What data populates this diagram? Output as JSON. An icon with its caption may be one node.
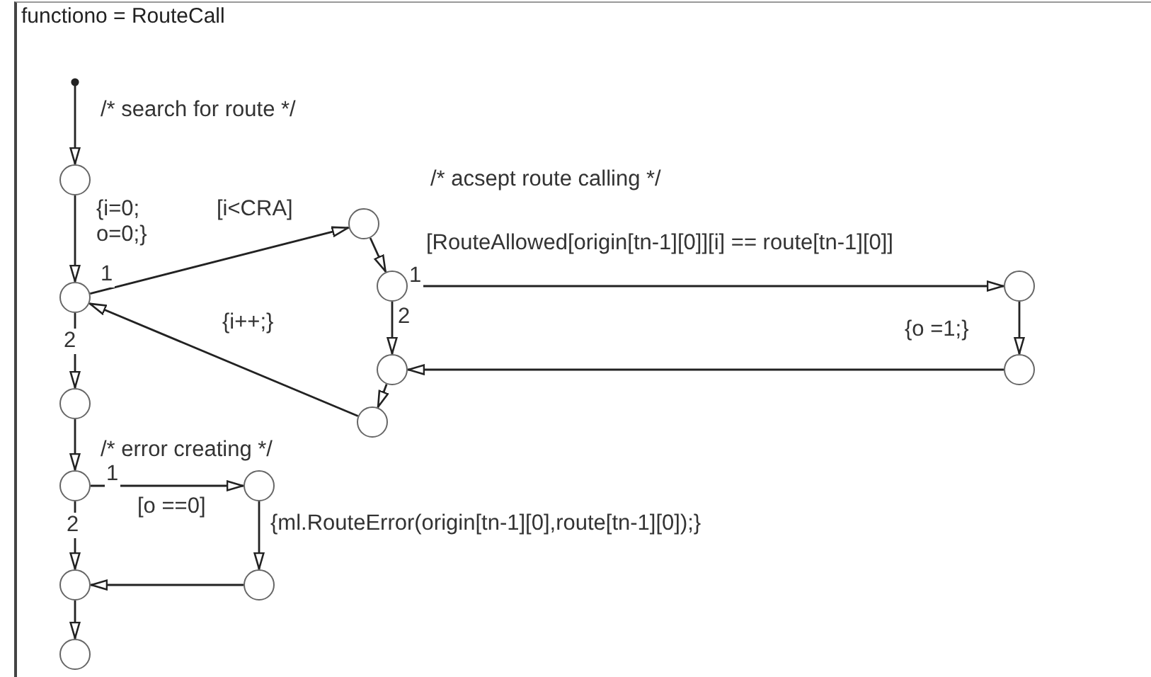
{
  "diagram": {
    "nodes": [
      {
        "text": [
          "functiono = RouteCall"
        ]
      },
      {
        "text": [],
        "shape": "circle",
        "in": 0
      },
      {
        "text": [],
        "shape": "circle",
        "in": 0
      },
      {
        "text": [],
        "shape": "circle",
        "in": 0
      },
      {
        "text": [],
        "shape": "circle",
        "in": 0
      },
      {
        "text": [],
        "shape": "circle",
        "in": 0
      },
      {
        "text": [],
        "shape": "circle",
        "in": 0
      },
      {
        "text": [],
        "shape": "circle",
        "in": 0
      },
      {
        "text": [],
        "shape": "circle",
        "in": 0
      },
      {
        "text": [],
        "shape": "circle",
        "in": 0
      },
      {
        "text": [],
        "shape": "circle",
        "in": 0
      },
      {
        "text": [],
        "shape": "circle",
        "in": 0
      },
      {
        "text": [],
        "shape": "circle",
        "in": 0
      },
      {
        "text": [],
        "shape": "circle",
        "in": 0
      },
      {
        "text": [],
        "shape": "circle",
        "in": 0
      }
    ],
    "edges": [
      {
        "from": null,
        "to": 1,
        "arrow": "to",
        "label": "/* search for route */"
      },
      {
        "from": 1,
        "to": 2,
        "arrow": "to",
        "label": "{i=0; o=0;}"
      },
      {
        "from": 2,
        "to": 3,
        "arrow": "to",
        "label": "[i<CRA]"
      },
      {
        "from": 3,
        "to": 4,
        "arrow": "to",
        "label": "/* acsept route calling */"
      },
      {
        "from": 4,
        "to": 5,
        "arrow": "to",
        "label": "[RouteAllowed[origin[tn-1][0]][i] == route[tn-1][0]]"
      },
      {
        "from": 5,
        "to": 6,
        "arrow": "to",
        "label": "{o =1;}"
      },
      {
        "from": 6,
        "to": 7,
        "arrow": "to"
      },
      {
        "from": 4,
        "to": 7,
        "arrow": "to"
      },
      {
        "from": 7,
        "to": 8,
        "arrow": "to"
      },
      {
        "from": 8,
        "to": 2,
        "arrow": "to",
        "label": "{i++;}"
      },
      {
        "from": 2,
        "to": 9,
        "arrow": "to"
      },
      {
        "from": 9,
        "to": 10,
        "arrow": "to",
        "label": "/* error creating */"
      },
      {
        "from": 10,
        "to": 11,
        "arrow": "to",
        "label": "[o ==0]"
      },
      {
        "from": 11,
        "to": 12,
        "arrow": "to",
        "label": "{ml.RouteError(origin[tn-1][0],route[tn-1][0]);}"
      },
      {
        "from": 12,
        "to": 13,
        "arrow": "to"
      },
      {
        "from": 10,
        "to": 13,
        "arrow": "to"
      },
      {
        "from": 13,
        "to": 14,
        "arrow": "to"
      }
    ],
    "labels": [
      "1",
      "1",
      "2",
      "2",
      "1",
      "2"
    ]
  }
}
